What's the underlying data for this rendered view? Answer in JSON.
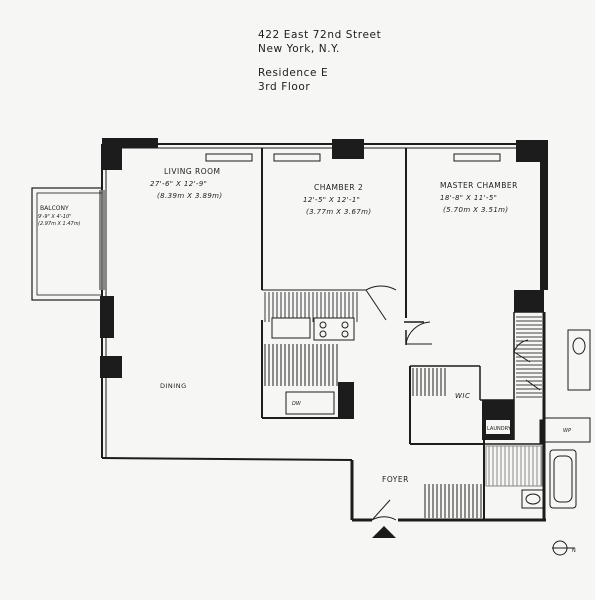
{
  "header": {
    "address_line1": "422 East 72nd Street",
    "address_line2": "New York, N.Y.",
    "residence": "Residence E",
    "floor": "3rd Floor"
  },
  "rooms": {
    "living": {
      "name": "LIVING ROOM",
      "dims": "27'-6\" X 12'-9\"",
      "metric": "(8.39m X 3.89m)"
    },
    "chamber2": {
      "name": "CHAMBER 2",
      "dims": "12'-5\" X 12'-1\"",
      "metric": "(3.77m X 3.67m)"
    },
    "master": {
      "name": "MASTER CHAMBER",
      "dims": "18'-8\" X 11'-5\"",
      "metric": "(5.70m X 3.51m)"
    },
    "balcony": {
      "name": "BALCONY",
      "dims": "9'-9\" X 4'-10\"",
      "metric": "(2.97m X 1.47m)"
    },
    "dining": {
      "name": "DINING"
    },
    "foyer": {
      "name": "FOYER"
    },
    "wic": {
      "name": "WIC"
    },
    "laundry": {
      "name": "LAUNDRY"
    },
    "dw": {
      "name": "DW"
    },
    "wp": {
      "name": "WP"
    }
  },
  "compass": {
    "label": "N"
  }
}
